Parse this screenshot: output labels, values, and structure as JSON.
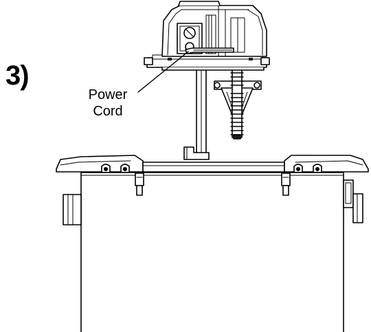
{
  "step": {
    "number": "3)"
  },
  "callout": {
    "line1": "Power",
    "line2": "Cord"
  },
  "colors": {
    "ink": "#000000",
    "paper": "#ffffff",
    "shade": "#bfbfbf",
    "dark_fill": "#1a1a1a"
  }
}
